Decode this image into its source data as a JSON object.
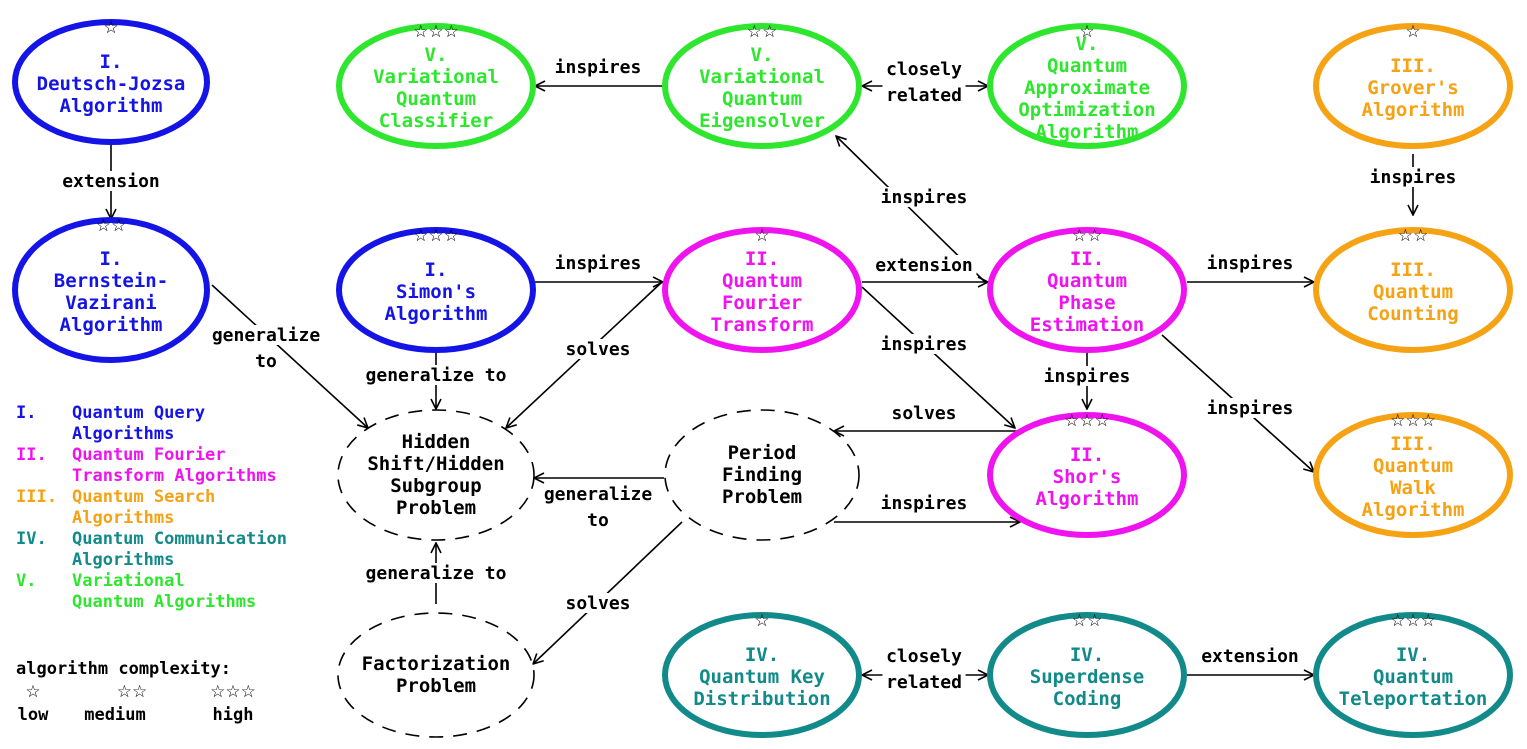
{
  "colors": {
    "quantum_query": "#1414e6",
    "quantum_fourier": "#ef14ef",
    "quantum_search": "#f5a214",
    "quantum_communication": "#128a8a",
    "variational": "#2ee62e",
    "problem": "#000000"
  },
  "stars": {
    "low": "☆",
    "medium": "☆☆",
    "high": "☆☆☆"
  },
  "nodes": [
    {
      "id": "dj",
      "lines": [
        "I.",
        "Deutsch-Jozsa",
        "Algorithm"
      ],
      "stars": "☆",
      "color": "quantum_query"
    },
    {
      "id": "bv",
      "lines": [
        "I.",
        "Bernstein-",
        "Vazirani",
        "Algorithm"
      ],
      "stars": "☆☆",
      "color": "quantum_query"
    },
    {
      "id": "simon",
      "lines": [
        "I.",
        "Simon's",
        "Algorithm"
      ],
      "stars": "☆☆☆",
      "color": "quantum_query"
    },
    {
      "id": "vqc",
      "lines": [
        "V.",
        "Variational",
        "Quantum",
        "Classifier"
      ],
      "stars": "☆☆☆",
      "color": "variational"
    },
    {
      "id": "vqe",
      "lines": [
        "V.",
        "Variational",
        "Quantum",
        "Eigensolver"
      ],
      "stars": "☆☆",
      "color": "variational"
    },
    {
      "id": "qaoa",
      "lines": [
        "V.",
        "Quantum",
        "Approximate",
        "Optimization",
        "Algorithm"
      ],
      "stars": "☆",
      "color": "variational"
    },
    {
      "id": "grover",
      "lines": [
        "III.",
        "Grover's",
        "Algorithm"
      ],
      "stars": "☆",
      "color": "quantum_search"
    },
    {
      "id": "qft",
      "lines": [
        "II.",
        "Quantum",
        "Fourier",
        "Transform"
      ],
      "stars": "☆",
      "color": "quantum_fourier"
    },
    {
      "id": "qpe",
      "lines": [
        "II.",
        "Quantum",
        "Phase",
        "Estimation"
      ],
      "stars": "☆☆",
      "color": "quantum_fourier"
    },
    {
      "id": "qcount",
      "lines": [
        "III.",
        "Quantum",
        "Counting"
      ],
      "stars": "☆☆",
      "color": "quantum_search"
    },
    {
      "id": "shor",
      "lines": [
        "II.",
        "Shor's",
        "Algorithm"
      ],
      "stars": "☆☆☆",
      "color": "quantum_fourier"
    },
    {
      "id": "qwalk",
      "lines": [
        "III.",
        "Quantum",
        "Walk",
        "Algorithm"
      ],
      "stars": "☆☆☆",
      "color": "quantum_search"
    },
    {
      "id": "hsp",
      "lines": [
        "Hidden",
        "Shift/Hidden",
        "Subgroup",
        "Problem"
      ],
      "stars": "",
      "color": "problem",
      "dashed": true
    },
    {
      "id": "pfp",
      "lines": [
        "Period",
        "Finding",
        "Problem"
      ],
      "stars": "",
      "color": "problem",
      "dashed": true
    },
    {
      "id": "fact",
      "lines": [
        "Factorization",
        "Problem"
      ],
      "stars": "",
      "color": "problem",
      "dashed": true
    },
    {
      "id": "qkd",
      "lines": [
        "IV.",
        "Quantum Key",
        "Distribution"
      ],
      "stars": "☆",
      "color": "quantum_communication"
    },
    {
      "id": "sdc",
      "lines": [
        "IV.",
        "Superdense",
        "Coding"
      ],
      "stars": "☆☆",
      "color": "quantum_communication"
    },
    {
      "id": "qtel",
      "lines": [
        "IV.",
        "Quantum",
        "Teleportation"
      ],
      "stars": "☆☆☆",
      "color": "quantum_communication"
    }
  ],
  "edges": [
    {
      "id": "dj-bv",
      "label": [
        "extension"
      ]
    },
    {
      "id": "bv-hsp",
      "label": [
        "generalize",
        "to"
      ]
    },
    {
      "id": "simon-qft",
      "label": [
        "inspires"
      ]
    },
    {
      "id": "simon-hsp",
      "label": [
        "generalize to"
      ]
    },
    {
      "id": "qft-hsp",
      "label": [
        "solves"
      ]
    },
    {
      "id": "vqe-vqc",
      "label": [
        "inspires"
      ]
    },
    {
      "id": "vqe-qaoa",
      "label": [
        "closely",
        "related"
      ]
    },
    {
      "id": "qpe-vqe",
      "label": [
        "inspires"
      ]
    },
    {
      "id": "qft-qpe",
      "label": [
        "extension"
      ]
    },
    {
      "id": "qft-shor",
      "label": [
        "inspires"
      ]
    },
    {
      "id": "grover-qcount",
      "label": [
        "inspires"
      ]
    },
    {
      "id": "qpe-qcount",
      "label": [
        "inspires"
      ]
    },
    {
      "id": "qpe-shor",
      "label": [
        "inspires"
      ]
    },
    {
      "id": "qpe-qwalk",
      "label": [
        "inspires"
      ]
    },
    {
      "id": "shor-pfp",
      "label": [
        "solves"
      ]
    },
    {
      "id": "pfp-shor",
      "label": [
        "inspires"
      ]
    },
    {
      "id": "pfp-hsp",
      "label": [
        "generalize",
        "to"
      ]
    },
    {
      "id": "fact-hsp",
      "label": [
        "generalize to"
      ]
    },
    {
      "id": "pfp-fact",
      "label": [
        "solves"
      ]
    },
    {
      "id": "qkd-sdc",
      "label": [
        "closely",
        "related"
      ]
    },
    {
      "id": "sdc-qtel",
      "label": [
        "extension"
      ]
    }
  ],
  "legend": {
    "items": [
      {
        "num": "I.",
        "text": [
          "Quantum Query",
          "Algorithms"
        ],
        "color": "quantum_query"
      },
      {
        "num": "II.",
        "text": [
          "Quantum Fourier",
          "Transform Algorithms"
        ],
        "color": "quantum_fourier"
      },
      {
        "num": "III.",
        "text": [
          "Quantum Search",
          "Algorithms"
        ],
        "color": "quantum_search"
      },
      {
        "num": "IV.",
        "text": [
          "Quantum Communication",
          "Algorithms"
        ],
        "color": "quantum_communication"
      },
      {
        "num": "V.",
        "text": [
          "Variational",
          "Quantum Algorithms"
        ],
        "color": "variational"
      }
    ],
    "complexity_title": "algorithm complexity:",
    "complexity": [
      {
        "stars": "☆",
        "label": "low"
      },
      {
        "stars": "☆☆",
        "label": "medium"
      },
      {
        "stars": "☆☆☆",
        "label": "high"
      }
    ]
  }
}
